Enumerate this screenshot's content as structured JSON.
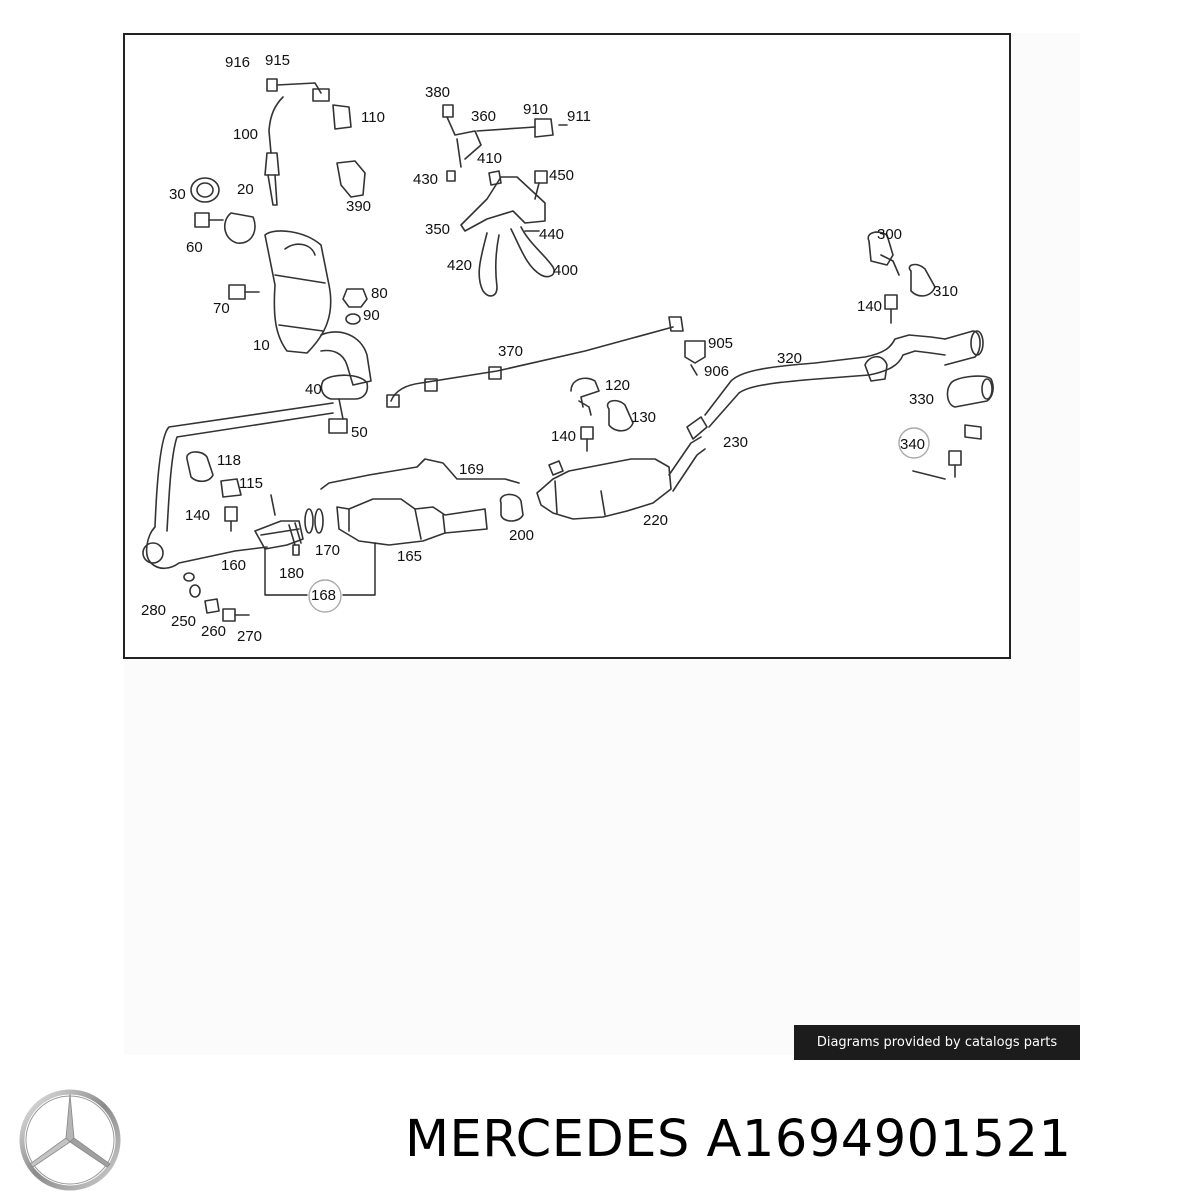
{
  "diagram": {
    "callouts": [
      {
        "id": "916",
        "text": "916"
      },
      {
        "id": "915",
        "text": "915"
      },
      {
        "id": "110",
        "text": "110"
      },
      {
        "id": "100",
        "text": "100"
      },
      {
        "id": "390",
        "text": "390"
      },
      {
        "id": "30",
        "text": "30"
      },
      {
        "id": "20",
        "text": "20"
      },
      {
        "id": "60",
        "text": "60"
      },
      {
        "id": "70",
        "text": "70"
      },
      {
        "id": "80",
        "text": "80"
      },
      {
        "id": "90",
        "text": "90"
      },
      {
        "id": "10",
        "text": "10"
      },
      {
        "id": "40",
        "text": "40"
      },
      {
        "id": "50",
        "text": "50"
      },
      {
        "id": "380",
        "text": "380"
      },
      {
        "id": "360",
        "text": "360"
      },
      {
        "id": "910",
        "text": "910"
      },
      {
        "id": "911",
        "text": "911"
      },
      {
        "id": "410",
        "text": "410"
      },
      {
        "id": "430",
        "text": "430"
      },
      {
        "id": "450",
        "text": "450"
      },
      {
        "id": "350",
        "text": "350"
      },
      {
        "id": "440",
        "text": "440"
      },
      {
        "id": "420",
        "text": "420"
      },
      {
        "id": "400",
        "text": "400"
      },
      {
        "id": "300",
        "text": "300"
      },
      {
        "id": "140a",
        "text": "140"
      },
      {
        "id": "310",
        "text": "310"
      },
      {
        "id": "370",
        "text": "370"
      },
      {
        "id": "905",
        "text": "905"
      },
      {
        "id": "906",
        "text": "906"
      },
      {
        "id": "320",
        "text": "320"
      },
      {
        "id": "120",
        "text": "120"
      },
      {
        "id": "130",
        "text": "130"
      },
      {
        "id": "140b",
        "text": "140"
      },
      {
        "id": "330",
        "text": "330"
      },
      {
        "id": "230",
        "text": "230"
      },
      {
        "id": "340",
        "text": "340"
      },
      {
        "id": "118",
        "text": "118"
      },
      {
        "id": "115",
        "text": "115"
      },
      {
        "id": "140c",
        "text": "140"
      },
      {
        "id": "169",
        "text": "169"
      },
      {
        "id": "220",
        "text": "220"
      },
      {
        "id": "200",
        "text": "200"
      },
      {
        "id": "170",
        "text": "170"
      },
      {
        "id": "165",
        "text": "165"
      },
      {
        "id": "160",
        "text": "160"
      },
      {
        "id": "180",
        "text": "180"
      },
      {
        "id": "168",
        "text": "168"
      },
      {
        "id": "280",
        "text": "280"
      },
      {
        "id": "250",
        "text": "250"
      },
      {
        "id": "260",
        "text": "260"
      },
      {
        "id": "270",
        "text": "270"
      }
    ]
  },
  "credit": {
    "text": "Diagrams provided by catalogs parts"
  },
  "footer": {
    "brand": "MERCEDES",
    "part_number": "A1694901521",
    "caption": "MERCEDES A1694901521"
  }
}
